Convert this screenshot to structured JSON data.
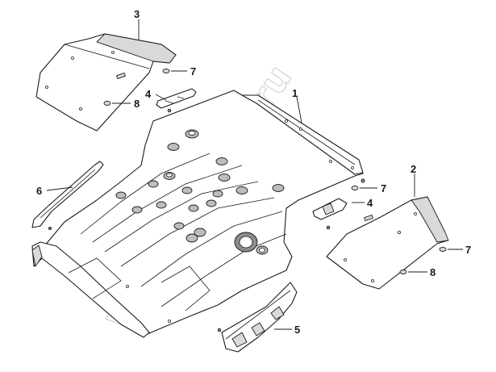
{
  "diagram": {
    "callouts": [
      {
        "id": "3",
        "label": "3"
      },
      {
        "id": "7",
        "label": "7"
      },
      {
        "id": "8",
        "label": "8"
      },
      {
        "id": "4",
        "label": "4"
      },
      {
        "id": "1",
        "label": "1"
      },
      {
        "id": "6",
        "label": "6"
      },
      {
        "id": "2",
        "label": "2"
      },
      {
        "id": "5",
        "label": "5"
      }
    ],
    "watermark": "www.lesyam.ru"
  }
}
